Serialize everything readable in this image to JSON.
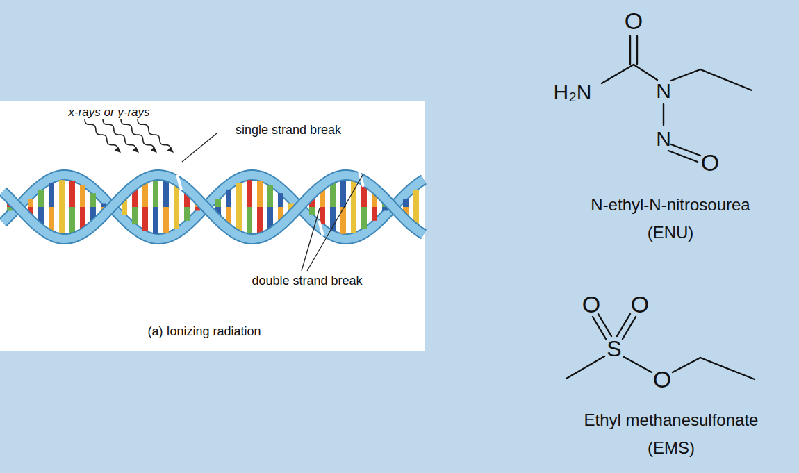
{
  "diagram": {
    "labels": [
      "x-rays or γ-rays",
      "single strand break",
      "double strand break",
      "(a) Ionizing radiation",
      "O",
      "H₂N",
      "N",
      "N",
      "O",
      "N-ethyl-N-nitrosourea",
      "(ENU)",
      "O",
      "O",
      "S",
      "O",
      "Ethyl methanesulfonate",
      "(EMS)"
    ]
  }
}
